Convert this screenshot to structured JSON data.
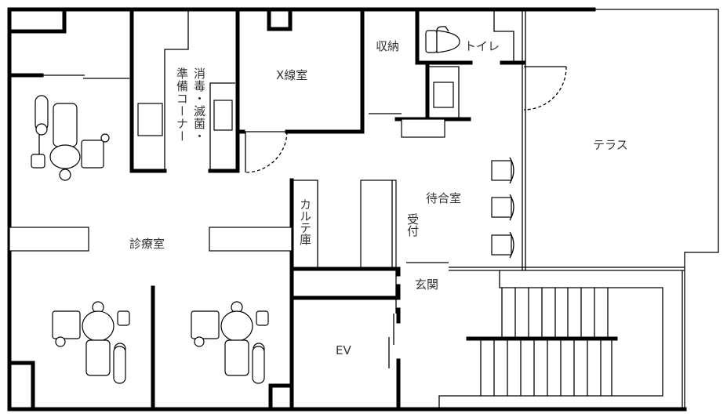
{
  "plan": {
    "rooms": {
      "treatment": "診療室",
      "xray": "X線室",
      "sterilization_col1": "消毒・滅菌・",
      "sterilization_col2": "準備コーナー",
      "storage": "収納",
      "toilet": "トイレ",
      "terrace": "テラス",
      "waiting": "待合室",
      "reception": "受付",
      "records": "カルテ庫",
      "entrance": "玄関",
      "elevator": "EV"
    },
    "dental_chair_count": 3,
    "waiting_chair_count": 3
  }
}
